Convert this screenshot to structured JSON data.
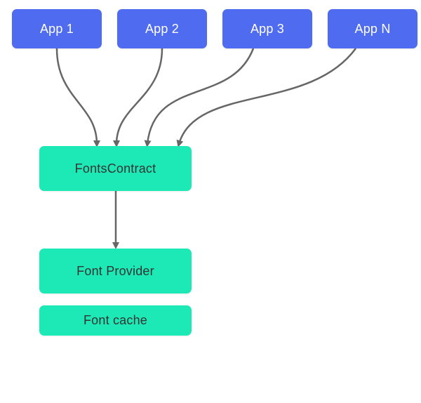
{
  "apps": [
    {
      "label": "App 1"
    },
    {
      "label": "App 2"
    },
    {
      "label": "App 3"
    },
    {
      "label": "App N"
    }
  ],
  "fontscontract": {
    "label": "FontsContract"
  },
  "font_provider": {
    "label": "Font Provider"
  },
  "font_cache": {
    "label": "Font cache"
  },
  "colors": {
    "app_box": "#4f6bf0",
    "component_box": "#1de9b6",
    "arrow": "#666666",
    "app_text": "#ffffff",
    "component_text": "#333333"
  }
}
